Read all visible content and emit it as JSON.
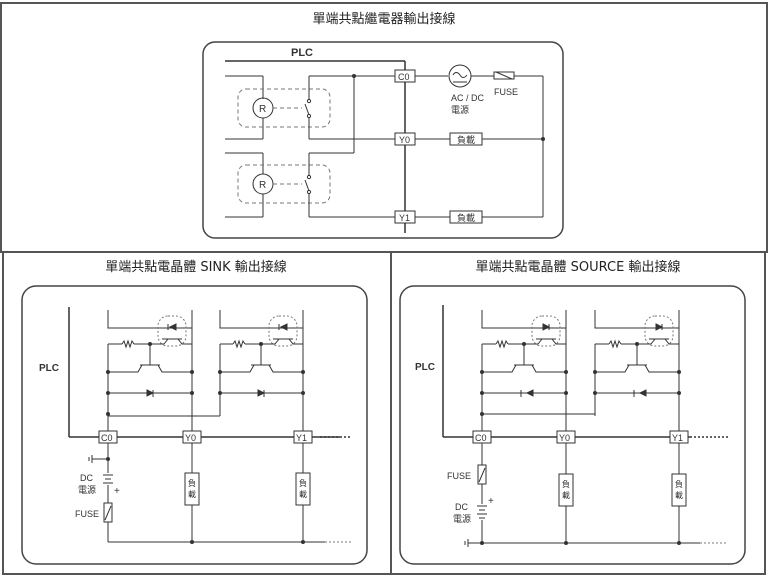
{
  "panels": {
    "relay": {
      "title": "單端共點繼電器輸出接線",
      "plc_label": "PLC",
      "terminals": [
        "C0",
        "Y0",
        "Y1"
      ],
      "coil_label": "R",
      "power_label_line1": "AC / DC",
      "power_label_line2": "電源",
      "fuse_label": "FUSE",
      "load_label": "負載"
    },
    "sink": {
      "title": "單端共點電晶體 SINK 輸出接線",
      "plc_label": "PLC",
      "terminals": [
        "C0",
        "Y0",
        "Y1"
      ],
      "power_label_line1": "DC",
      "power_label_line2": "電源",
      "plus_label": "+",
      "fuse_label": "FUSE",
      "load_label_line1": "負",
      "load_label_line2": "載"
    },
    "source": {
      "title": "單端共點電晶體 SOURCE 輸出接線",
      "plc_label": "PLC",
      "terminals": [
        "C0",
        "Y0",
        "Y1"
      ],
      "power_label_line1": "DC",
      "power_label_line2": "電源",
      "plus_label": "+",
      "fuse_label": "FUSE",
      "load_label_line1": "負",
      "load_label_line2": "載"
    }
  },
  "colors": {
    "line": "#333333",
    "frame": "#555555",
    "dashed": "#777777"
  }
}
